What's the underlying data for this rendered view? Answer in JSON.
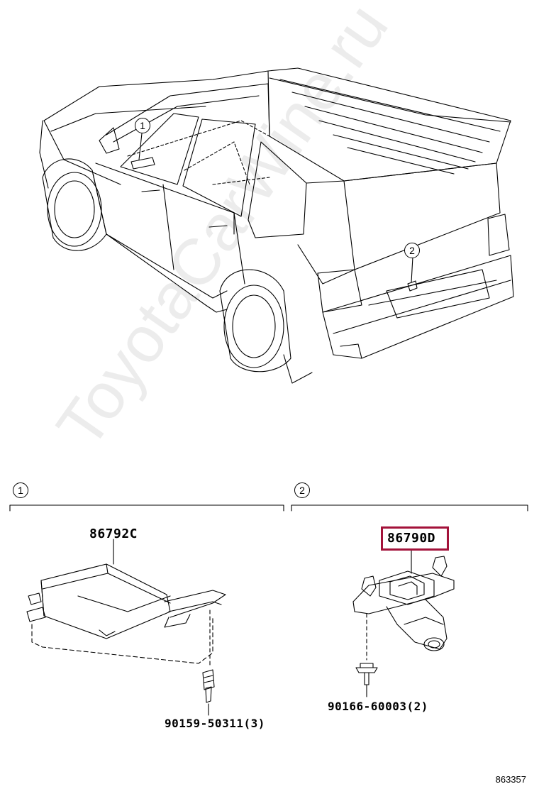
{
  "watermark": "ToyotaCarWine.ru",
  "callouts": {
    "one": "1",
    "two": "2"
  },
  "sections": [
    {
      "marker": "1",
      "parts": [
        "86792C",
        "90159-50311(3)"
      ]
    },
    {
      "marker": "2",
      "parts": [
        "86790D",
        "90166-60003(2)"
      ]
    }
  ],
  "highlighted_part": "86790D",
  "highlight_color": "#a3123a",
  "diagram_number": "863357"
}
